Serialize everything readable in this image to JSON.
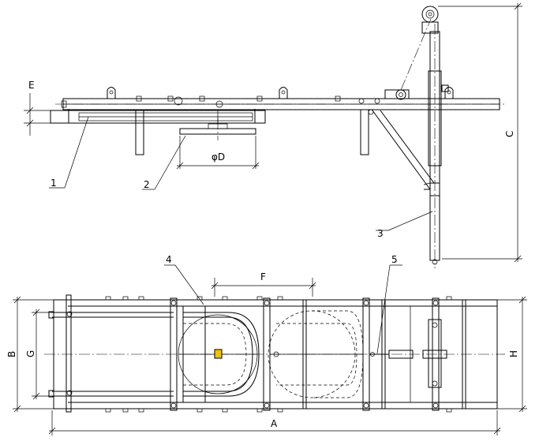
{
  "callouts": {
    "c1": "1",
    "c2": "2",
    "c3": "3",
    "c4": "4",
    "c5": "5"
  },
  "dimensions": {
    "A": "A",
    "B": "B",
    "C": "C",
    "E": "E",
    "F": "F",
    "G": "G",
    "H": "H",
    "D": "φD"
  },
  "colors": {
    "line": "#000000",
    "background": "#ffffff",
    "marker": "#f2c200"
  }
}
